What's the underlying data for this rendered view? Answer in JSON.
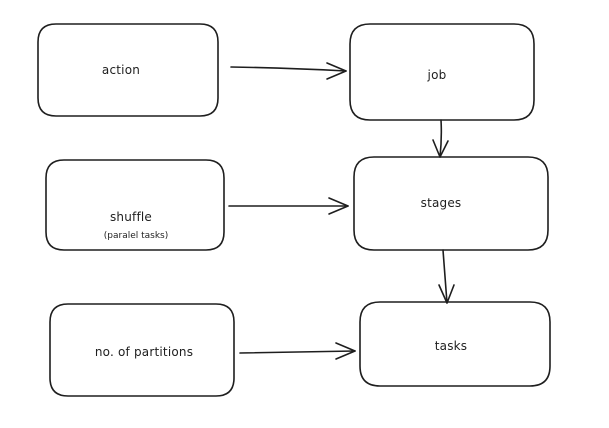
{
  "diagram": {
    "stroke_color": "#1e1e1e",
    "background_color": "#ffffff",
    "nodes": {
      "action": {
        "label": "action"
      },
      "job": {
        "label": "job"
      },
      "shuffle": {
        "label": "shuffle",
        "sublabel": "(paralel tasks)"
      },
      "stages": {
        "label": "stages"
      },
      "partitions": {
        "label": "no. of partitions"
      },
      "tasks": {
        "label": "tasks"
      }
    },
    "edges": [
      {
        "from": "action",
        "to": "job"
      },
      {
        "from": "job",
        "to": "stages"
      },
      {
        "from": "shuffle",
        "to": "stages"
      },
      {
        "from": "stages",
        "to": "tasks"
      },
      {
        "from": "partitions",
        "to": "tasks"
      }
    ]
  }
}
